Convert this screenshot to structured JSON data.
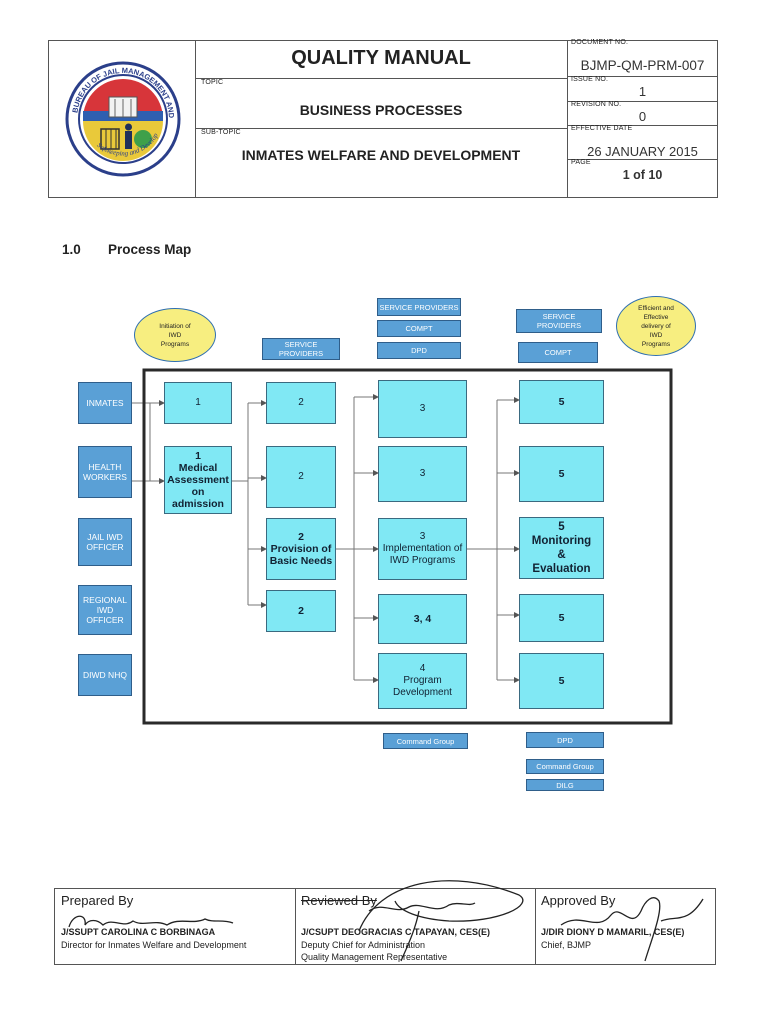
{
  "header": {
    "title": "QUALITY MANUAL",
    "topic_label": "TOPIC",
    "topic": "BUSINESS PROCESSES",
    "subtopic_label": "SUB-TOPIC",
    "subtopic": "INMATES WELFARE AND DEVELOPMENT",
    "document_no_label": "DOCUMENT NO.",
    "document_no": "BJMP-QM-PRM-007",
    "issue_no_label": "ISSUE NO.",
    "issue_no": "1",
    "revision_no_label": "REVISION NO.",
    "revision_no": "0",
    "effective_date_label": "EFFECTIVE DATE",
    "effective_date": "26 JANUARY 2015",
    "page_label": "PAGE",
    "page": "1 of 10",
    "logo_text": "BUREAU OF JAIL MANAGEMENT AND PENOLOGY",
    "logo_motto": "Safekeeping and Development"
  },
  "section": {
    "number": "1.0",
    "title": "Process Map"
  },
  "map": {
    "oval_start": "Initiation of\nIWD\nPrograms",
    "oval_end": "Efficient and\nEffective\ndelivery of\nIWD\nPrograms",
    "actors": [
      "INMATES",
      "HEALTH\nWORKERS",
      "JAIL IWD\nOFFICER",
      "REGIONAL\nIWD\nOFFICER",
      "DIWD NHQ"
    ],
    "col1": [
      "1",
      "1\nMedical\nAssessment\non admission"
    ],
    "col2": [
      "2",
      "2",
      "2\nProvision of\nBasic Needs",
      "2"
    ],
    "col3": [
      "3",
      "3",
      "3\nImplementation of\nIWD Programs",
      "3, 4",
      "4\nProgram\nDevelopment"
    ],
    "col4": [
      "5",
      "5",
      "5\nMonitoring\n&\nEvaluation",
      "5",
      "5"
    ],
    "tags": {
      "col2_top": "SERVICE\nPROVIDERS",
      "col3_top": [
        "SERVICE PROVIDERS",
        "COMPT",
        "DPD"
      ],
      "col4_top": [
        "SERVICE\nPROVIDERS",
        "COMPT"
      ],
      "col3_bottom": "Command Group",
      "col4_bottom": [
        "DPD",
        "Command Group",
        "DILG"
      ]
    }
  },
  "footer": {
    "prepared_label": "Prepared By",
    "prepared_name": "J/SSUPT CAROLINA C BORBINAGA",
    "prepared_title": "Director for Inmates Welfare and Development",
    "reviewed_label": "Reviewed By",
    "reviewed_name": "J/CSUPT DEOGRACIAS C TAPAYAN, CES(E)",
    "reviewed_title1": "Deputy Chief for Administration",
    "reviewed_title2": "Quality Management Representative",
    "approved_label": "Approved By",
    "approved_name": "J/DIR DIONY D MAMARIL, CES(E)",
    "approved_title": "Chief, BJMP"
  }
}
